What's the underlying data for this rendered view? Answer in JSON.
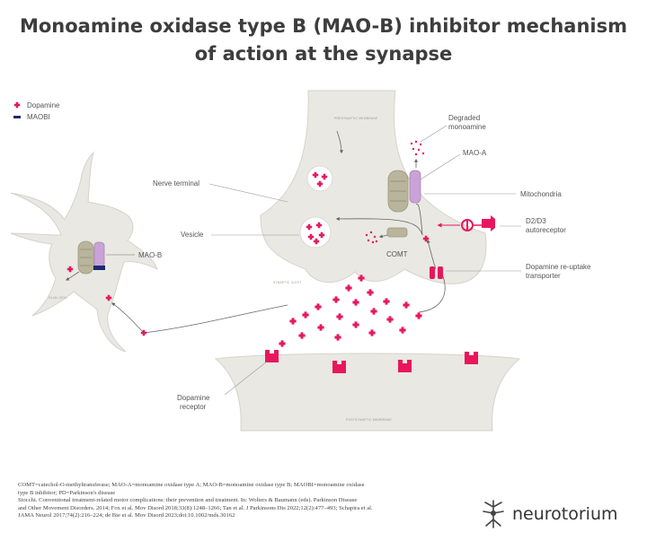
{
  "title": {
    "line1": "Monoamine oxidase type B (MAO-B) inhibitor mechanism",
    "line2": "of action at the synapse"
  },
  "legend": [
    {
      "label": "Dopamine",
      "color": "#e8175d"
    },
    {
      "label": "MAOBI",
      "color": "#1c2a6e"
    }
  ],
  "labels": {
    "presynaptic": "PRESYNAPTIC MEMBRANE",
    "postsynaptic": "POSTSYNAPTIC MEMBRANE",
    "synaptic_cleft": "SYNAPTIC CLEFT",
    "glial_cell": "GLIAL CELL",
    "nerve_terminal": "Nerve terminal",
    "vesicle": "Vesicle",
    "mao_b": "MAO-B",
    "comt": "COMT",
    "degraded_line1": "Degraded",
    "degraded_line2": "monoamine",
    "mao_a": "MAO-A",
    "mitochondria": "Mitochondria",
    "d2d3_line1": "D2/D3",
    "d2d3_line2": "autoreceptor",
    "reuptake_line1": "Dopamine re-uptake",
    "reuptake_line2": "transporter",
    "receptor_line1": "Dopamine",
    "receptor_line2": "receptor"
  },
  "footer": {
    "lines": [
      "COMT=catechol-O-methyltransferase; MAO-A=monoamine oxidase type A; MAO-B=monoamine oxidase type B;  MAOBI=monoamine oxidase",
      "type B inhibitor; PD=Parkinson's disease",
      "Stocchi. Conventional treatment-related motor complications: their prevention and treatment. In: Wolters & Baumann (eds). Parkinson Disease",
      "and Other Movement Disorders. 2014; Fox et al. Mov Disord 2018;33(8):1248–1266; Tan et al. J Parkinsons Dis 2022;12(2):477–493; Schapira et al.",
      "JAMA Neurol 2017;74(2):216–224; de Bie et al. Mov Disord 2023;doi:10.1002/mds.30162"
    ]
  },
  "brand": {
    "name": "neurotorium",
    "icon": "neuron-logo-icon"
  },
  "colors": {
    "dopamine": "#e8175d",
    "maobi": "#1c2a6e",
    "membrane": "#e9e8e2",
    "mitochondria": "#b9b59c",
    "mao": "#c9a3d6"
  }
}
